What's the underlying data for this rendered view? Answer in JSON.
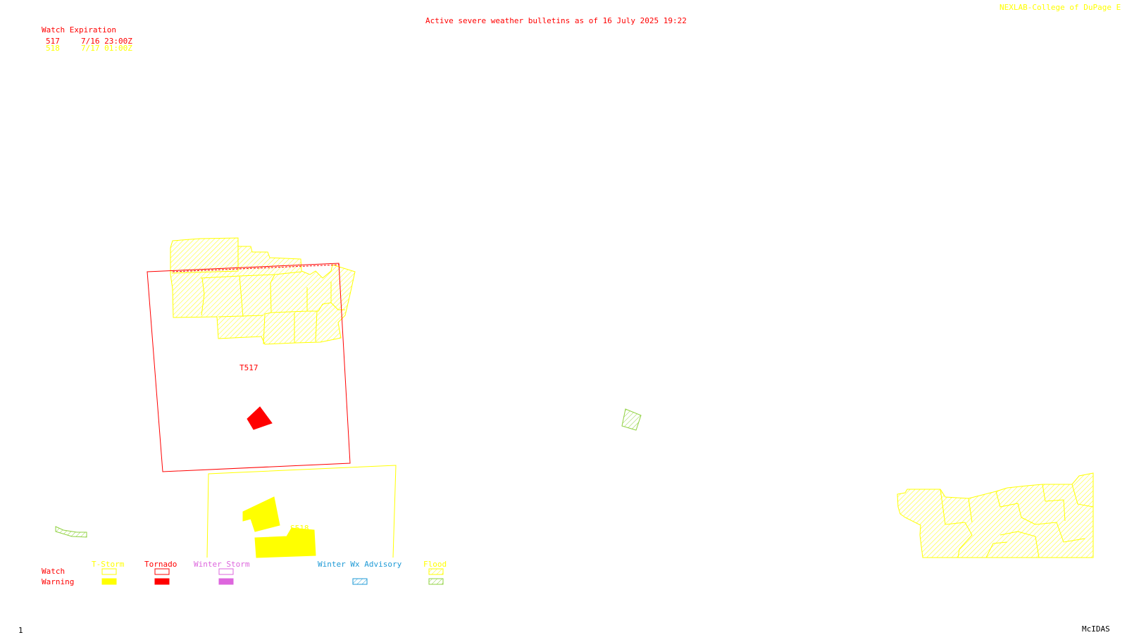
{
  "header": {
    "bulletin_title": "Active severe weather bulletins as of 16 July 2025 19:22",
    "source": "NEXLAB-College of DuPage E"
  },
  "watch_expiration": {
    "label": "Watch Expiration",
    "rows": [
      {
        "number": "517",
        "time": "7/16 23:00Z",
        "color": "#ff0000"
      },
      {
        "number": "518",
        "time": "7/17 01:00Z",
        "color": "#ffff00"
      }
    ]
  },
  "map": {
    "watches": [
      {
        "id": "T517",
        "kind": "Tornado",
        "color": "#ff0000"
      },
      {
        "id": "S518",
        "kind": "T-Storm",
        "color": "#ffff00"
      }
    ]
  },
  "legend": {
    "row_labels": [
      "Watch",
      "Warning"
    ],
    "categories": [
      {
        "label": "T-Storm",
        "color": "#ffff00"
      },
      {
        "label": "Tornado",
        "color": "#ff0000"
      },
      {
        "label": "Winter Storm",
        "color": "#dd66dd"
      },
      {
        "label": "Winter Wx Advisory",
        "color": "#1e9ad6"
      },
      {
        "label": "Flood",
        "color": "#8fd13f"
      }
    ]
  },
  "footer": {
    "frame_number": "1",
    "software": "McIDAS"
  }
}
